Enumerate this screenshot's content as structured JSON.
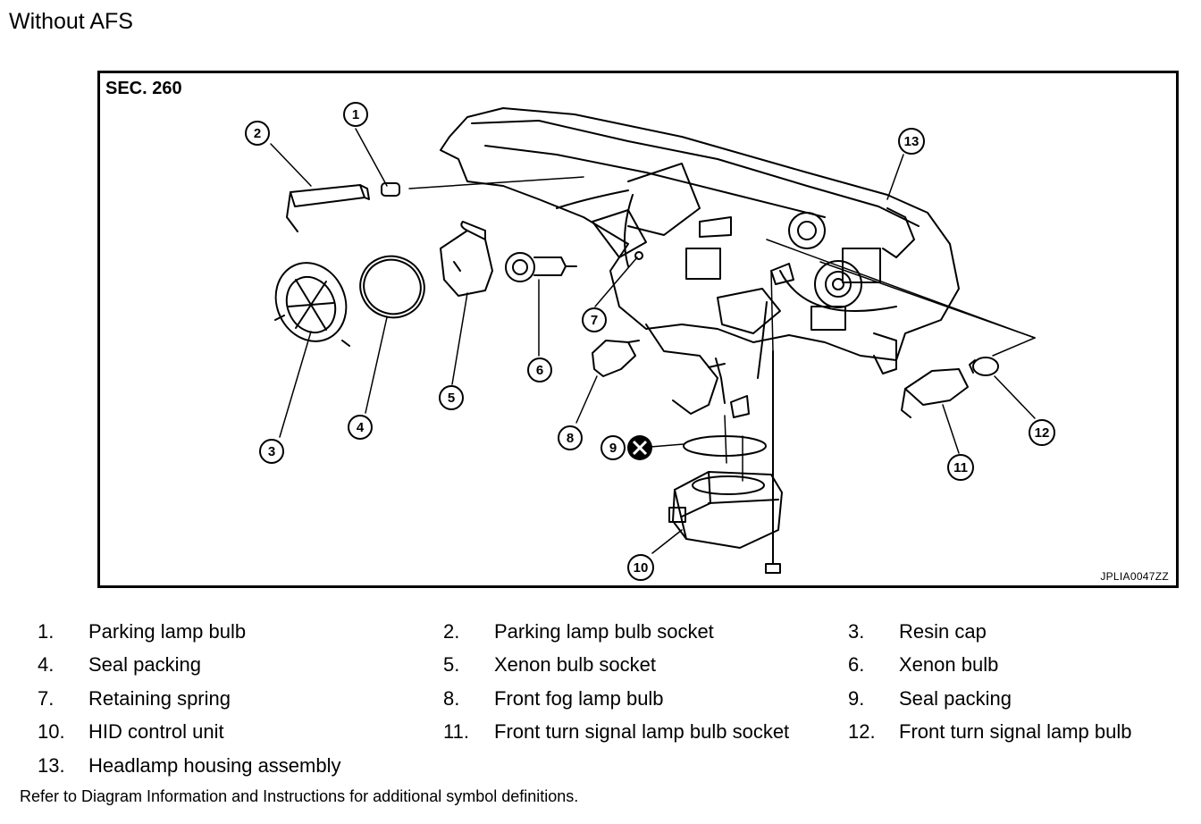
{
  "title": "Without AFS",
  "figure": {
    "section_label": "SEC. 260",
    "figure_code": "JPLIA0047ZZ",
    "callouts": [
      "1",
      "2",
      "3",
      "4",
      "5",
      "6",
      "7",
      "8",
      "9",
      "10",
      "11",
      "12",
      "13"
    ]
  },
  "legend": [
    {
      "num": "1.",
      "label": "Parking lamp bulb"
    },
    {
      "num": "2.",
      "label": "Parking lamp bulb socket"
    },
    {
      "num": "3.",
      "label": "Resin cap"
    },
    {
      "num": "4.",
      "label": "Seal packing"
    },
    {
      "num": "5.",
      "label": "Xenon bulb socket"
    },
    {
      "num": "6.",
      "label": "Xenon bulb"
    },
    {
      "num": "7.",
      "label": "Retaining spring"
    },
    {
      "num": "8.",
      "label": "Front fog lamp bulb"
    },
    {
      "num": "9.",
      "label": "Seal packing"
    },
    {
      "num": "10.",
      "label": "HID control unit"
    },
    {
      "num": "11.",
      "label": "Front turn signal lamp bulb socket"
    },
    {
      "num": "12.",
      "label": "Front turn signal lamp bulb"
    },
    {
      "num": "13.",
      "label": "Headlamp housing assembly"
    }
  ],
  "footnote": "Refer to Diagram Information and Instructions for additional symbol definitions."
}
